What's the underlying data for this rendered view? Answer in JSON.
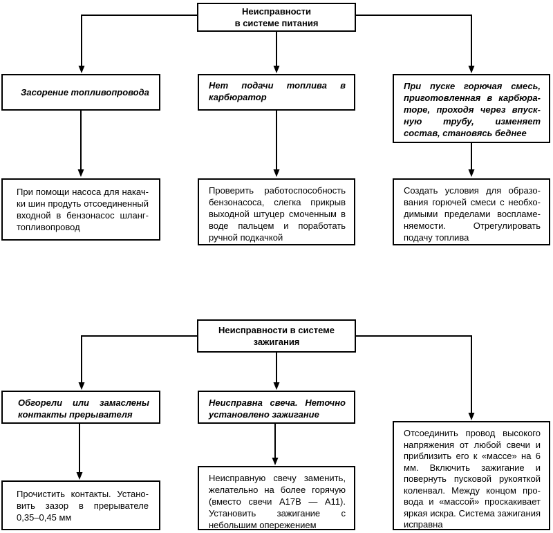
{
  "colors": {
    "line": "#000000",
    "background": "#ffffff",
    "text": "#000000"
  },
  "diagram1": {
    "title_line1": "Неисправности",
    "title_line2": "в системе питания",
    "branches": [
      {
        "label": "Засорение топливопровода"
      },
      {
        "label": "Нет подачи топлива в карбю­ратор"
      },
      {
        "label": "При пуске горючая смесь, приготовленная в карбюра­торе, проходя через впуск­ную трубу, изменяет состав, становясь беднее"
      }
    ],
    "solutions": [
      {
        "label": "При помощи насоса для накач­ки шин продуть отсоединен­ный входной в бензонасос шланг-топливопровод"
      },
      {
        "label": "Проверить работоспособность бензонасоса, слегка прикрыв выходной штуцер смоченным в воде пальцем и поработать ручной подкачкой"
      },
      {
        "label": "Создать условия для образо­вания горючей смеси с необхо­димыми пределами воспламе­няемости. Отрегулировать подачу топлива"
      }
    ]
  },
  "diagram2": {
    "title_line1": "Неисправности в системе",
    "title_line2": "зажигания",
    "branches": [
      {
        "label": "Обгорели или замаслены контакты прерывателя"
      },
      {
        "label": "Неисправна свеча. Неточно установлено зажигание"
      }
    ],
    "right_box": "Отсоединить провод высокого напряжения от любой свечи и приблизить его к «массе» на 6 мм. Включить зажигание и повернуть пусковой рукояткой коленвал. Между концом про­вода и «массой» проскакивает яркая искра. Система зажига­ния исправна",
    "solutions": [
      {
        "label": "Прочистить контакты. Устано­вить зазор в прерывателе 0,35–0,45 мм"
      },
      {
        "label": "Неисправную свечу заменить, желательно на более горячую (вместо свечи А17В — А11). Установить зажигание с небольшим опережением"
      }
    ]
  }
}
